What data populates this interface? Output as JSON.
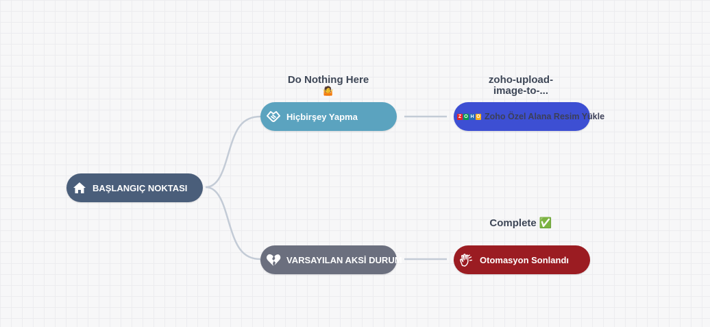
{
  "nodes": {
    "start": {
      "label": "BAŞLANGIÇ NOKTASI",
      "icon": "home-icon",
      "color": "#4a5e7a"
    },
    "do_nothing": {
      "label": "Hiçbirşey Yapma",
      "icon": "handshake-icon",
      "color": "#5ba3bf"
    },
    "default_error": {
      "label": "VARSAYILAN AKSİ DURUM",
      "icon": "broken-heart-icon",
      "color": "#6b6f7e"
    },
    "zoho_upload": {
      "label": "Zoho Özel Alana Resim Yükle",
      "icon": "zoho-logo-icon",
      "color": "#3d4fd3",
      "logo_letters": "ZOHO"
    },
    "finished": {
      "label": "Otomasyon Sonlandı",
      "icon": "clapping-hands-icon",
      "color": "#9b1c22"
    }
  },
  "captions": {
    "do_nothing": {
      "line1": "Do Nothing Here",
      "line2": "🤷"
    },
    "zoho_upload": {
      "line1": "zoho-upload-",
      "line2": "image-to-..."
    },
    "finished": {
      "text": "Complete ✅"
    }
  },
  "colors": {
    "connector": "#c3cbd6",
    "caption_text": "#3d4656"
  }
}
